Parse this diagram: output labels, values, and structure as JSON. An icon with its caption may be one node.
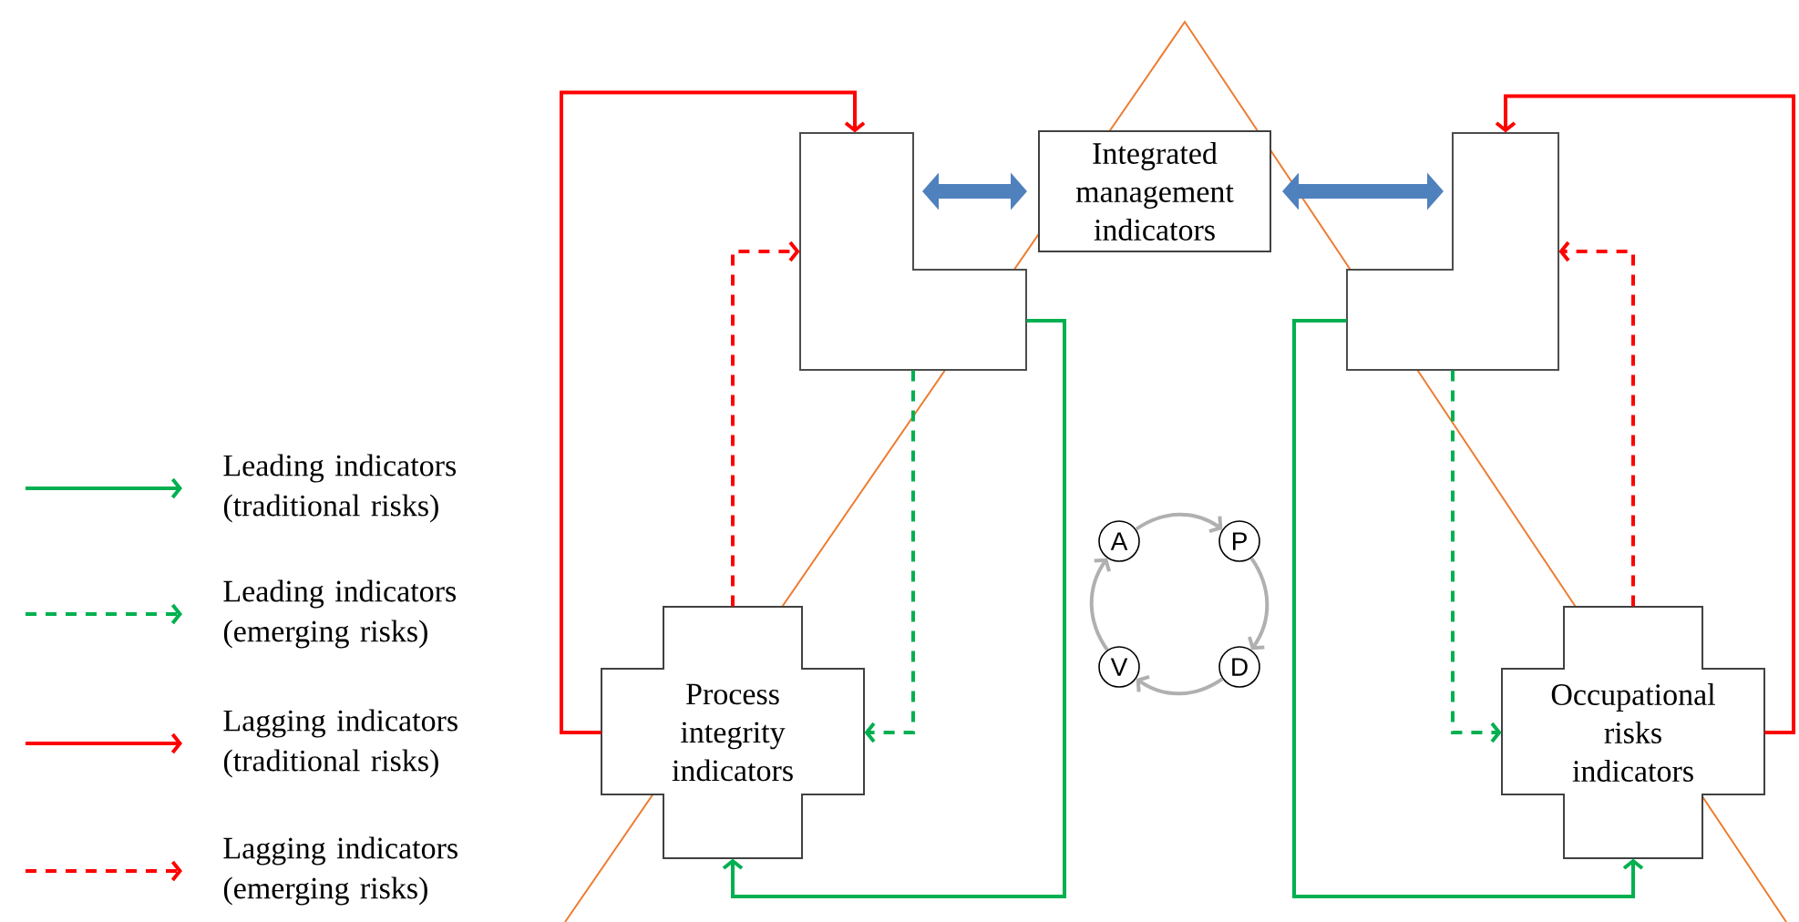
{
  "diagram": {
    "nodes": [
      {
        "text": [],
        "shape": "box"
      },
      {
        "text": [
          "Integrated management indicators"
        ]
      },
      {
        "text": [],
        "shape": "box"
      },
      {
        "text": [
          "Process integrity indicators"
        ]
      },
      {
        "text": [
          "Occupational risks indicators"
        ]
      },
      {
        "text": [
          "A"
        ]
      },
      {
        "text": [
          "P"
        ]
      },
      {
        "text": [
          "V"
        ]
      },
      {
        "text": [
          "D"
        ]
      }
    ],
    "edges": [
      {
        "from": 1,
        "to": 0,
        "arrow": "both",
        "style": "thick",
        "color": "#4f81bd"
      },
      {
        "from": 1,
        "to": 2,
        "arrow": "both",
        "style": "thick",
        "color": "#4f81bd"
      },
      {
        "from": 3,
        "to": 0,
        "arrow": "to",
        "color": "#ff0000"
      },
      {
        "from": 3,
        "to": 0,
        "arrow": "to",
        "style": "dashed",
        "color": "#ff0000"
      },
      {
        "from": 0,
        "to": 3,
        "arrow": "to",
        "style": "dashed",
        "color": "#00b050"
      },
      {
        "from": 0,
        "to": 3,
        "arrow": "to",
        "color": "#00b050"
      },
      {
        "from": 4,
        "to": 2,
        "arrow": "to",
        "color": "#ff0000"
      },
      {
        "from": 4,
        "to": 2,
        "arrow": "to",
        "style": "dashed",
        "color": "#ff0000"
      },
      {
        "from": 2,
        "to": 4,
        "arrow": "to",
        "style": "dashed",
        "color": "#00b050"
      },
      {
        "from": 2,
        "to": 4,
        "arrow": "to",
        "color": "#00b050"
      },
      {
        "from": 5,
        "to": 6,
        "arrow": "to",
        "color": "#b0b0b0"
      },
      {
        "from": 6,
        "to": 8,
        "arrow": "to",
        "color": "#b0b0b0"
      },
      {
        "from": 8,
        "to": 7,
        "arrow": "to",
        "color": "#b0b0b0"
      },
      {
        "from": 7,
        "to": 5,
        "arrow": "to",
        "color": "#b0b0b0"
      }
    ],
    "legend": [
      {
        "text": "Leading indicators (traditional risks)"
      },
      {
        "text": "Leading indicators (emerging risks)"
      },
      {
        "text": "Lagging indicators (traditional risks)"
      },
      {
        "text": "Lagging indicators (emerging risks)"
      }
    ]
  }
}
